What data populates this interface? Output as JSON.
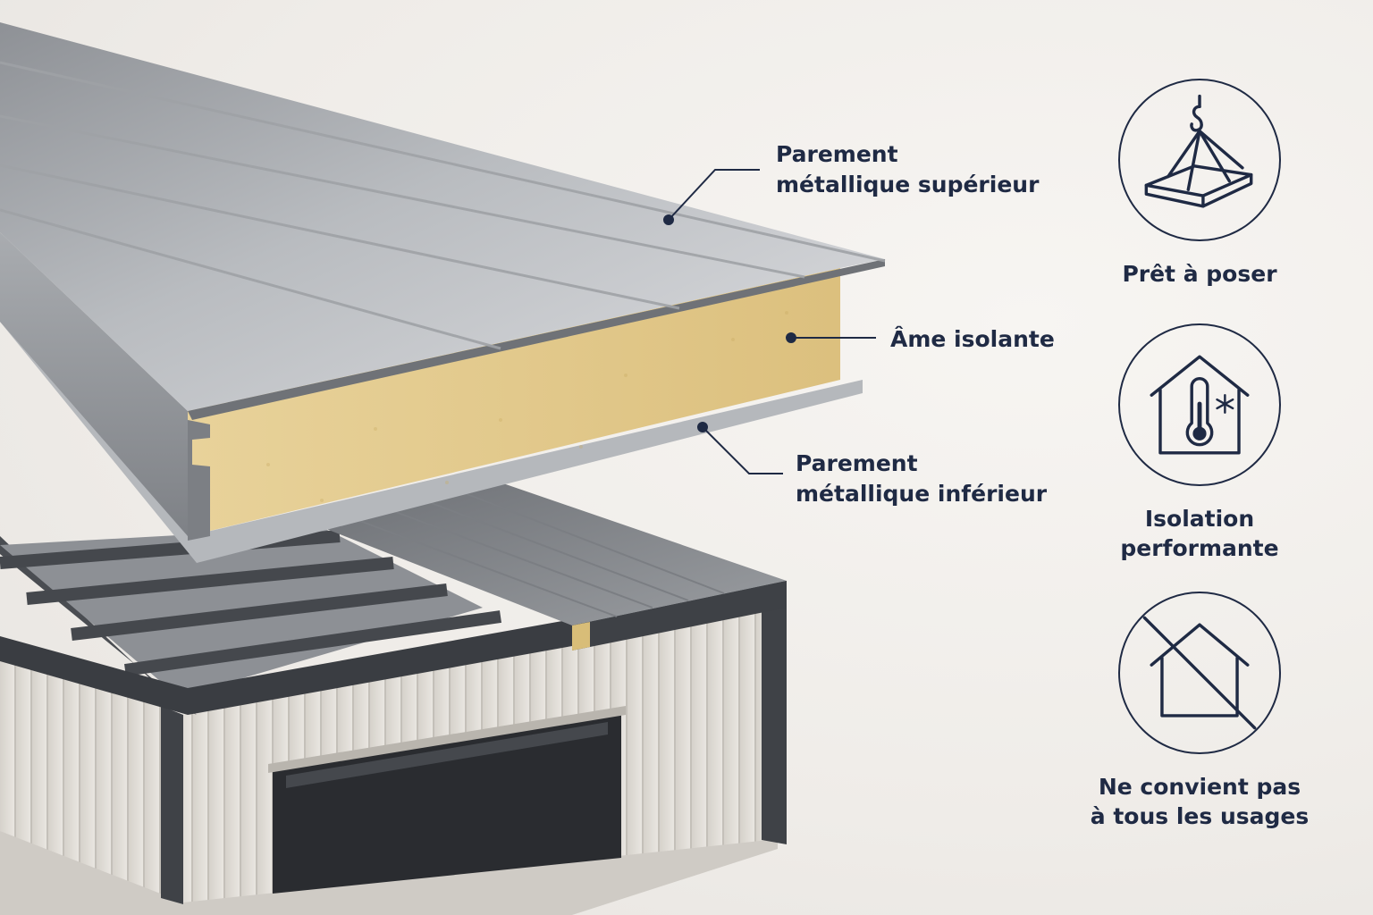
{
  "colors": {
    "ink": "#1f2a44",
    "foam": "#e2c98a",
    "steel": "#9c9fa3"
  },
  "callouts": {
    "top_face": {
      "line1": "Parement",
      "line2": "métallique supérieur"
    },
    "core": {
      "line1": "Âme isolante"
    },
    "bottom_face": {
      "line1": "Parement",
      "line2": "métallique inférieur"
    }
  },
  "features": [
    {
      "icon": "crane-hook-panel-icon",
      "line1": "Prêt à poser",
      "line2": ""
    },
    {
      "icon": "house-thermometer-icon",
      "line1": "Isolation",
      "line2": "performante"
    },
    {
      "icon": "house-crossed-icon",
      "line1": "Ne convient pas",
      "line2": "à tous les usages"
    }
  ]
}
